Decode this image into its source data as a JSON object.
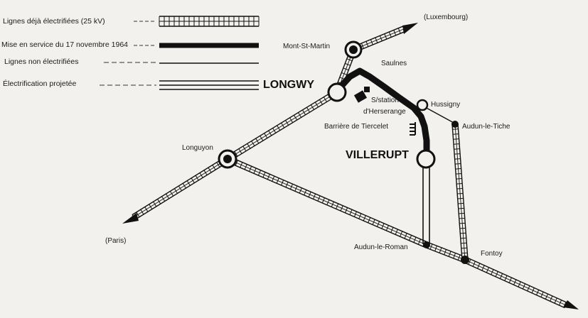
{
  "legend": {
    "electrified": "Lignes déjà électrifiées (25 kV)",
    "commissioned": "Mise en service du 17 novembre 1964",
    "non_electrified": "Lignes non électrifiées",
    "planned": "Électrification projetée"
  },
  "places": {
    "luxembourg": "(Luxembourg)",
    "mont_st_martin": "Mont-St-Martin",
    "saulnes": "Saulnes",
    "longwy": "LONGWY",
    "substation_line1": "S/station",
    "substation_line2": "d'Herserange",
    "hussigny": "Hussigny",
    "barriere": "Barrière de Tiercelet",
    "audun_le_tiche": "Audun-le-Tiche",
    "longuyon": "Longuyon",
    "villerupt": "VILLERUPT",
    "paris": "(Paris)",
    "audun_le_roman": "Audun-le-Roman",
    "fontoy": "Fontoy"
  },
  "colors": {
    "ink": "#111111",
    "paper": "#f2f1ee"
  }
}
